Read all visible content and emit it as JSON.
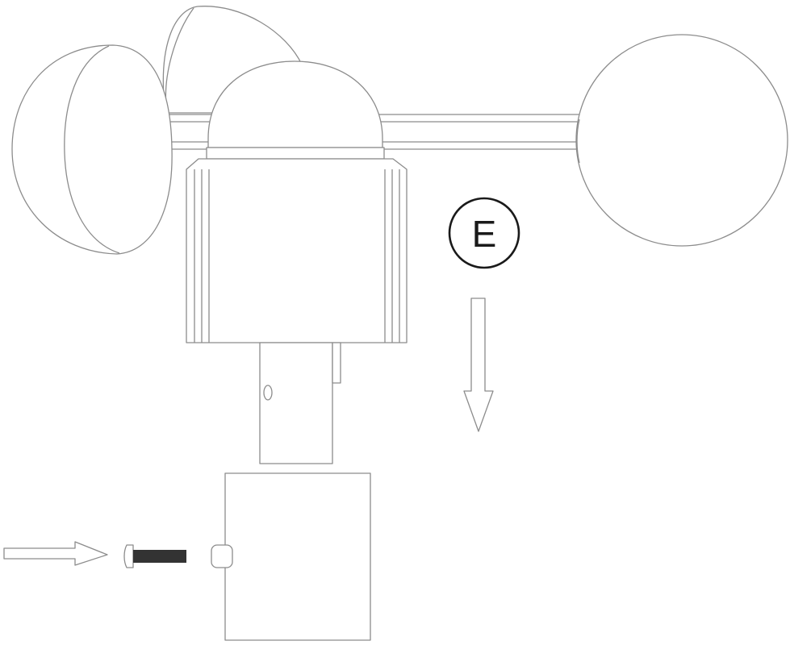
{
  "diagram": {
    "step_label": "E",
    "colors": {
      "line": "#8c8c8c",
      "label_line": "#1a1a1a",
      "bolt": "#333333",
      "background": "#ffffff"
    },
    "parts": [
      {
        "name": "anemometer-cup-left",
        "kind": "cup"
      },
      {
        "name": "anemometer-cup-back",
        "kind": "cup"
      },
      {
        "name": "anemometer-cup-right",
        "kind": "cup"
      },
      {
        "name": "anemometer-rotor-dome",
        "kind": "dome"
      },
      {
        "name": "anemometer-sensor-body",
        "kind": "housing"
      },
      {
        "name": "anemometer-shaft",
        "kind": "shaft"
      },
      {
        "name": "mounting-bracket",
        "kind": "block"
      },
      {
        "name": "screw-bolt",
        "kind": "fastener"
      }
    ],
    "arrows": [
      {
        "name": "down-arrow",
        "direction": "down"
      },
      {
        "name": "right-arrow",
        "direction": "right"
      }
    ]
  }
}
